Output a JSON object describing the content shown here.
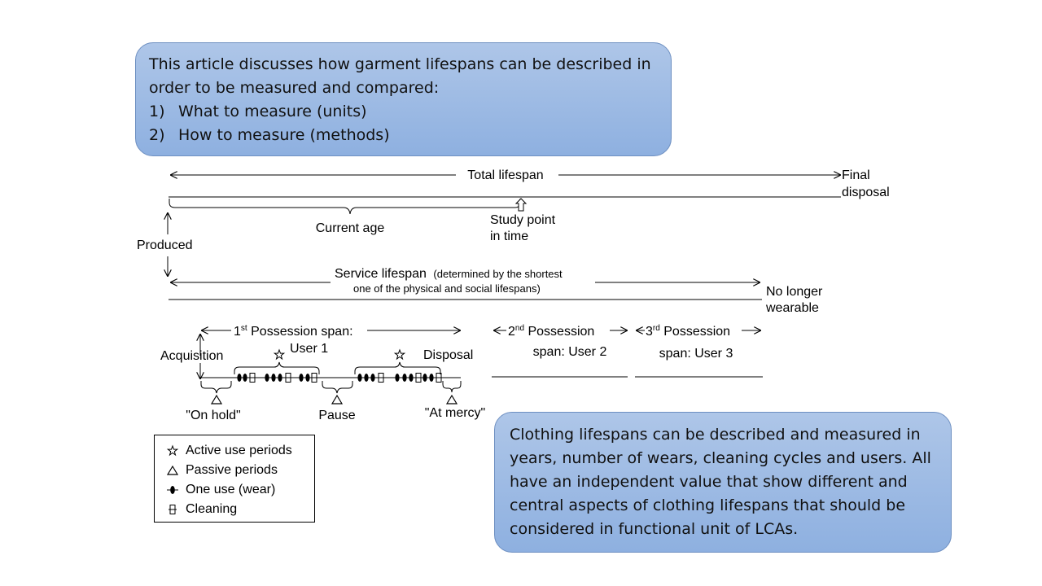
{
  "top_box": {
    "text": "This article discusses how garment lifespans can be described in order to be measured and compared:",
    "items": [
      {
        "num": "1)",
        "text": "What to measure (units)"
      },
      {
        "num": "2)",
        "text": "How to measure (methods)"
      }
    ]
  },
  "bottom_box": {
    "text": "Clothing lifespans can be described and measured in years, number of wears, cleaning cycles and users. All have an independent value that show different and central aspects of clothing lifespans that should be considered in functional unit of LCAs."
  },
  "diagram": {
    "total_lifespan": "Total lifespan",
    "final_disposal_1": "Final",
    "final_disposal_2": "disposal",
    "current_age": "Current age",
    "study_point_1": "Study point",
    "study_point_2": "in time",
    "produced": "Produced",
    "service_lifespan": "Service lifespan",
    "service_note_1": "(determined by the shortest",
    "service_note_2": "one of the physical and social lifespans)",
    "no_longer_1": "No longer",
    "no_longer_2": "wearable",
    "possession1_ord": "1",
    "possession1_sup": "st",
    "possession1_label": " Possession span:",
    "user1": "User 1",
    "acquisition": "Acquisition",
    "disposal": "Disposal",
    "possession2_ord": "2",
    "possession2_sup": "nd",
    "possession2_label": " Possession",
    "possession2_span": "span: User 2",
    "possession3_ord": "3",
    "possession3_sup": "rd",
    "possession3_label": " Possession",
    "possession3_span": "span: User 3",
    "on_hold": "\"On hold\"",
    "pause": "Pause",
    "at_mercy": "\"At mercy\""
  },
  "legend": [
    {
      "icon": "star-icon",
      "label": "Active use periods"
    },
    {
      "icon": "triangle-icon",
      "label": "Passive periods"
    },
    {
      "icon": "wear-icon",
      "label": "One use (wear)"
    },
    {
      "icon": "cleaning-icon",
      "label": "Cleaning"
    }
  ]
}
